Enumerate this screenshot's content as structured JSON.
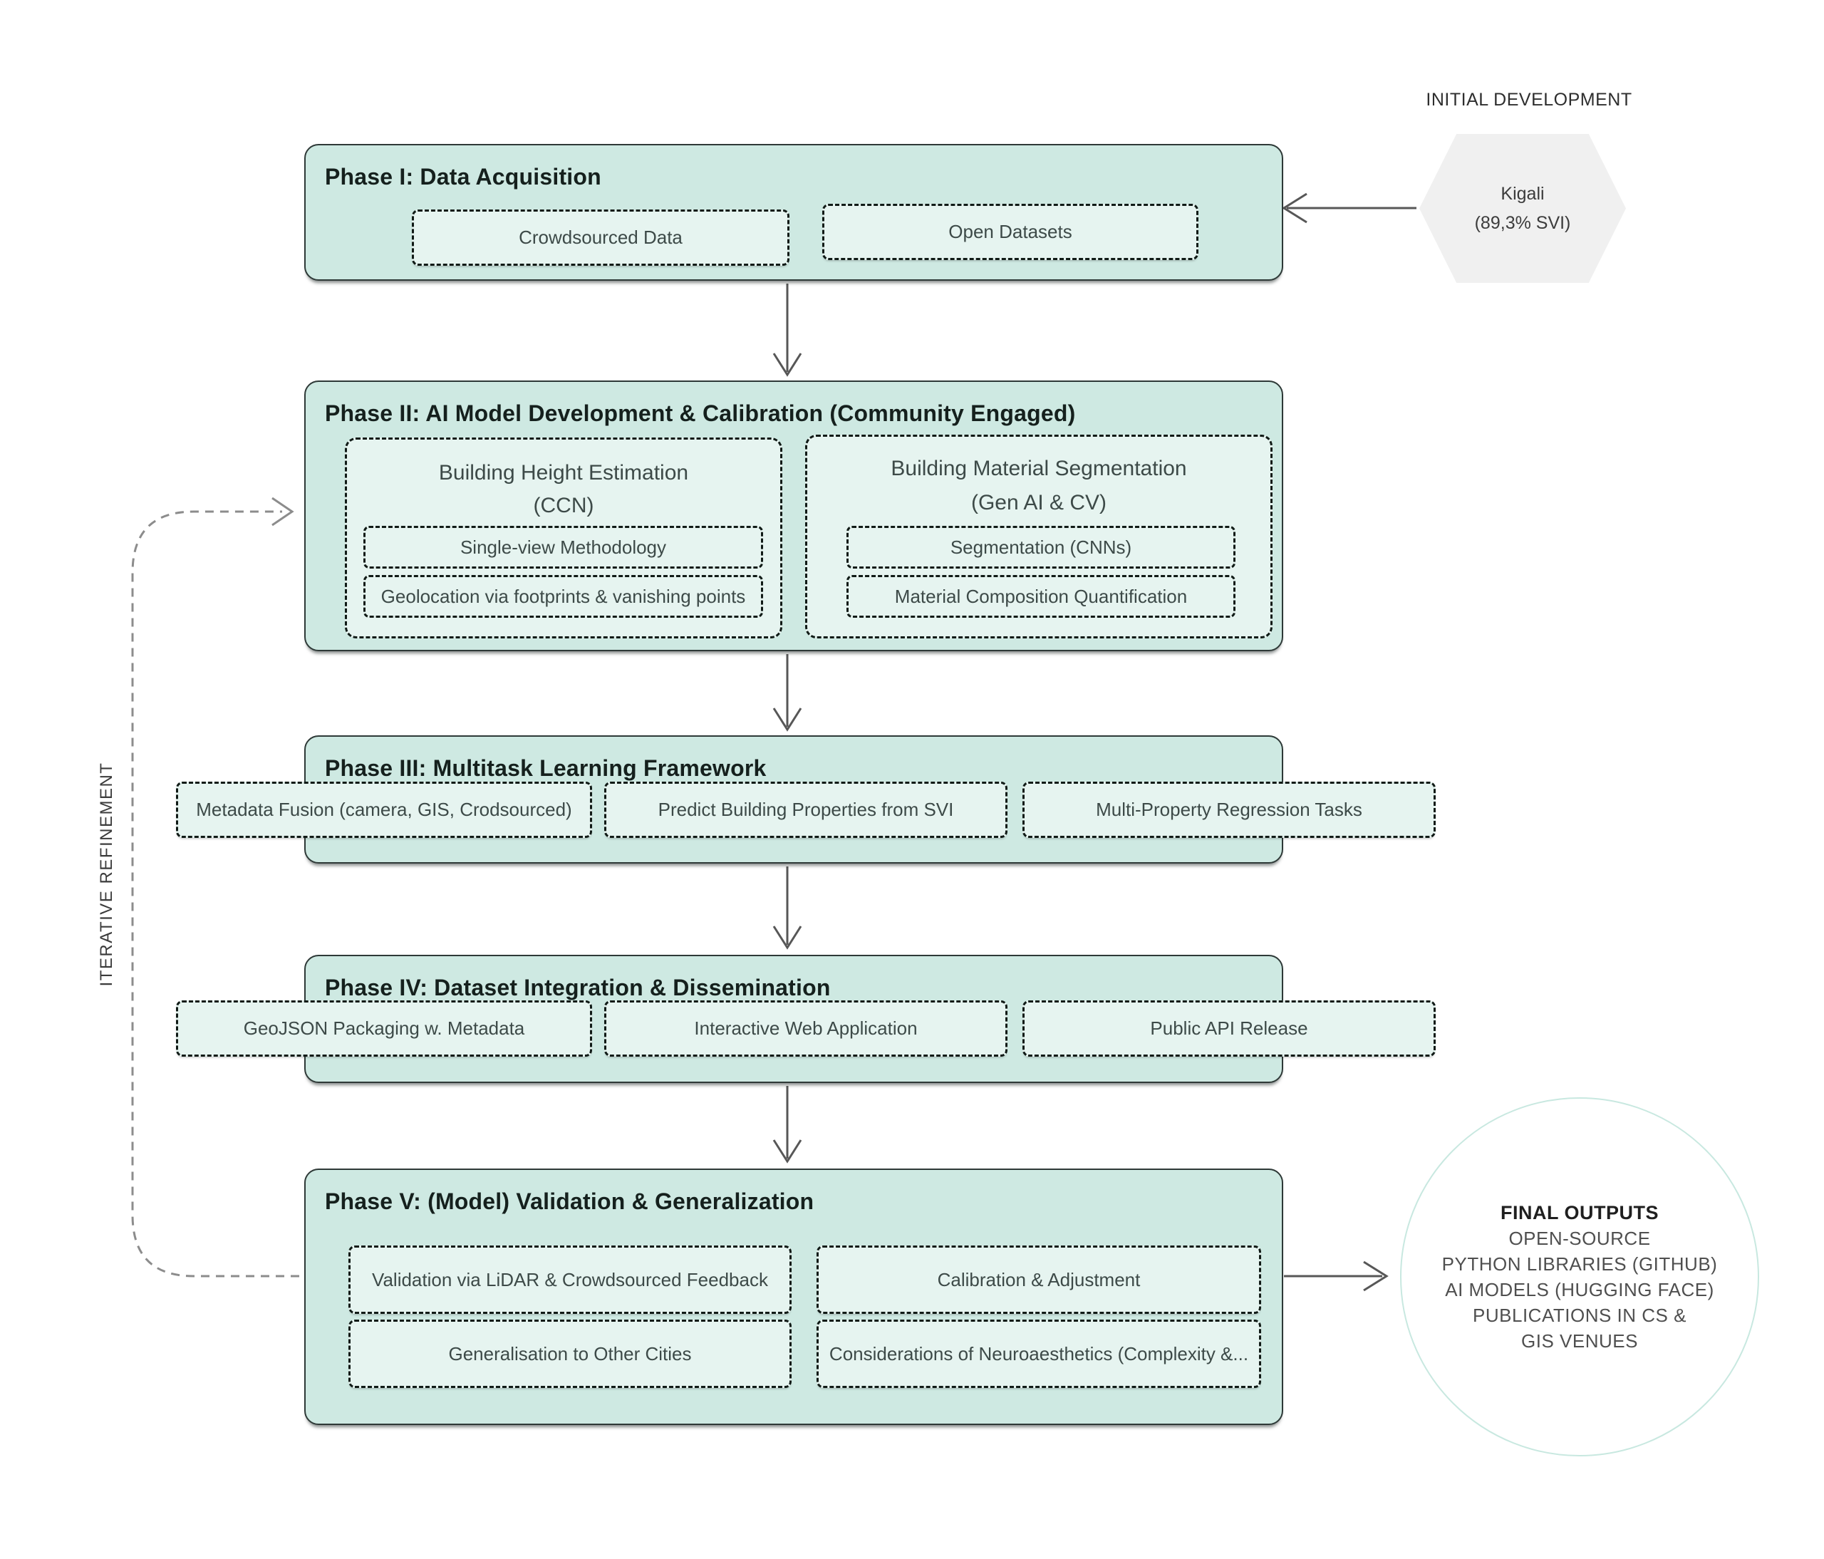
{
  "colors": {
    "phase_fill": "#cee9e2",
    "item_fill": "#e6f4f0",
    "phase_border": "#2e3937",
    "dash_border": "#101a16",
    "hexagon_fill": "#f0f0f0",
    "circle_border": "#c8e8e0",
    "arrow": "#575757",
    "dashed_arrow": "#8c8c8c"
  },
  "initial_development": {
    "label": "INITIAL DEVELOPMENT",
    "hexagon_line1": "Kigali",
    "hexagon_line2": "(89,3% SVI)"
  },
  "iterative_refinement_label": "ITERATIVE REFINEMENT",
  "phases": [
    {
      "title": "Phase I: Data Acquisition",
      "items": [
        "Crowdsourced Data",
        "Open Datasets"
      ]
    },
    {
      "title": "Phase II: AI Model Development & Calibration (Community Engaged)",
      "groups": [
        {
          "title_line1": "Building Height Estimation",
          "title_line2": "(CCN)",
          "items": [
            "Single-view Methodology",
            "Geolocation via footprints &  vanishing points"
          ]
        },
        {
          "title_line1": "Building Material Segmentation",
          "title_line2": "(Gen AI & CV)",
          "items": [
            "Segmentation (CNNs)",
            "Material Composition Quantification"
          ]
        }
      ]
    },
    {
      "title": "Phase III: Multitask Learning Framework",
      "items": [
        "Metadata Fusion (camera, GIS, Crodsourced)",
        "Predict Building Properties from SVI",
        "Multi-Property Regression Tasks"
      ]
    },
    {
      "title": "Phase IV: Dataset Integration & Dissemination",
      "items": [
        "GeoJSON Packaging w. Metadata",
        "Interactive Web Application",
        "Public API Release"
      ]
    },
    {
      "title": "Phase V: (Model) Validation & Generalization",
      "items": [
        "Validation via LiDAR & Crowdsourced Feedback",
        "Calibration & Adjustment",
        "Generalisation to Other Cities",
        "Considerations of Neuroaesthetics (Complexity &..."
      ]
    }
  ],
  "final_outputs": {
    "title": "FINAL OUTPUTS",
    "lines": [
      "OPEN-SOURCE",
      "PYTHON LIBRARIES (GITHUB)",
      "AI MODELS (HUGGING FACE)",
      "PUBLICATIONS IN CS &",
      "GIS VENUES"
    ]
  }
}
